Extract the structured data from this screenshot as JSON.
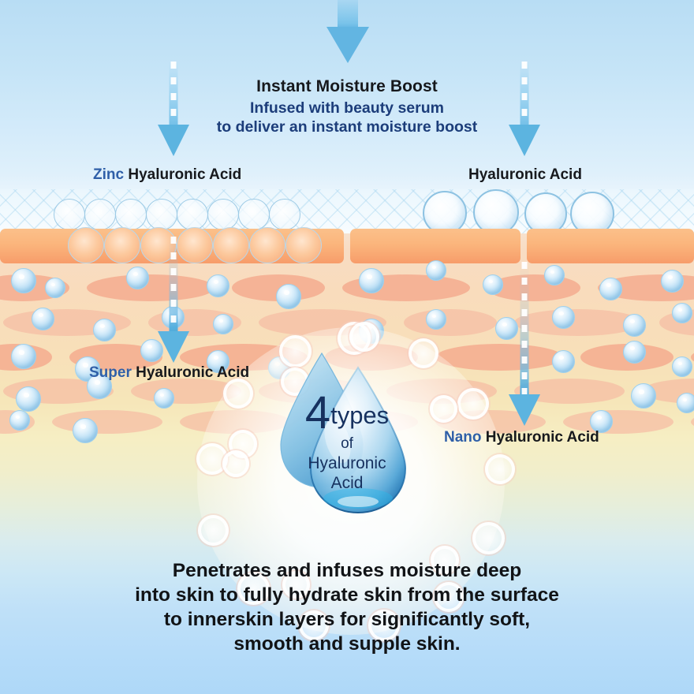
{
  "header": {
    "title": "Instant Moisture Boost",
    "subtitle_line1": "Infused with beauty serum",
    "subtitle_line2": "to deliver an instant moisture boost"
  },
  "labels": {
    "zinc": {
      "highlight": "Zinc",
      "rest": " Hyaluronic Acid"
    },
    "plain": {
      "highlight": "",
      "rest": "Hyaluronic Acid"
    },
    "super": {
      "highlight": "Super",
      "rest": " Hyaluronic Acid"
    },
    "nano": {
      "highlight": "Nano",
      "rest": " Hyaluronic Acid"
    }
  },
  "droplet": {
    "number": "4",
    "types": "types",
    "of": "of",
    "ingredient_line1": "Hyaluronic",
    "ingredient_line2": "Acid"
  },
  "caption": {
    "line1": "Penetrates and infuses moisture deep",
    "line2": "into skin to fully hydrate skin from the surface",
    "line3": "to innerskin layers for significantly soft,",
    "line4": "smooth and supple skin."
  },
  "colors": {
    "accent_blue": "#2f5fa8",
    "arrow_blue": "#62b5e2",
    "epidermis_orange": "#f79c6a",
    "dermis_cell": "#f4a98e",
    "text_dark": "#16181c",
    "sky_top": "#b8ddf4",
    "sky_bottom": "#aed8f8"
  }
}
